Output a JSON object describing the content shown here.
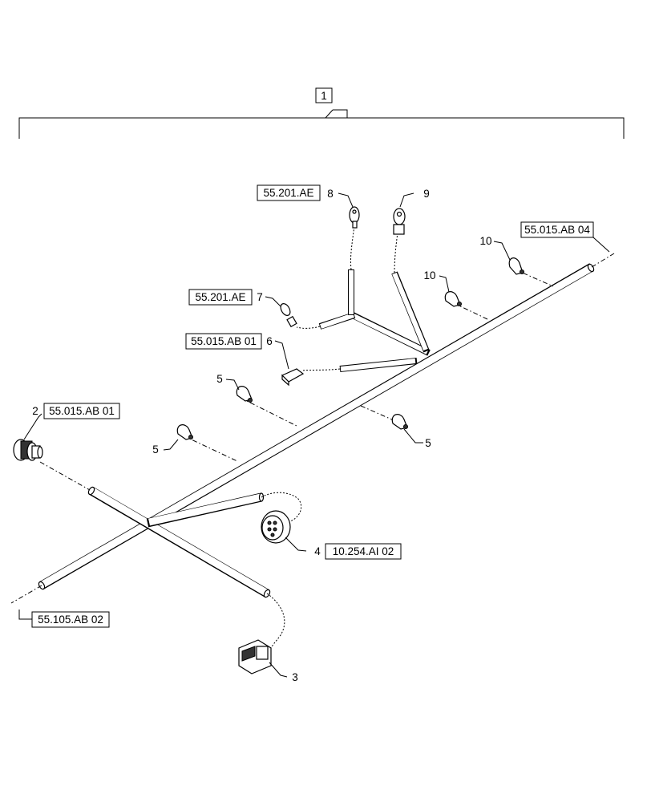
{
  "assembly": {
    "item": "1"
  },
  "references": {
    "ref_top_right": "55.015.AB 04",
    "ref_8": "55.201.AE",
    "ref_7": "55.201.AE",
    "ref_6": "55.015.AB 01",
    "ref_2": "55.015.AB 01",
    "ref_4": "10.254.AI 02",
    "ref_bottom_left": "55.105.AB 02"
  },
  "callouts": {
    "c2": "2",
    "c3": "3",
    "c4": "4",
    "c5a": "5",
    "c5b": "5",
    "c5c": "5",
    "c6": "6",
    "c7": "7",
    "c8": "8",
    "c9": "9",
    "c10a": "10",
    "c10b": "10"
  }
}
